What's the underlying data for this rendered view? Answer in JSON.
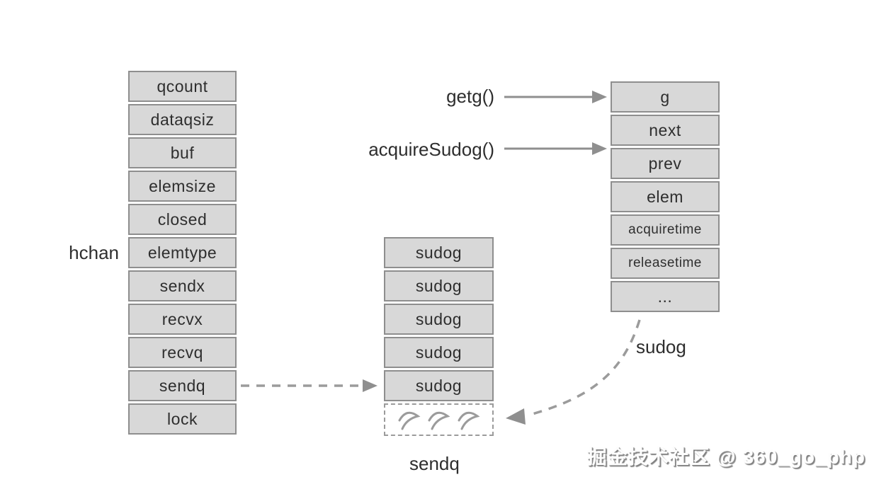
{
  "hchan": {
    "label": "hchan",
    "fields": [
      "qcount",
      "dataqsiz",
      "buf",
      "elemsize",
      "closed",
      "elemtype",
      "sendx",
      "recvx",
      "recvq",
      "sendq",
      "lock"
    ]
  },
  "sendq_queue": {
    "label": "sendq",
    "items": [
      "sudog",
      "sudog",
      "sudog",
      "sudog",
      "sudog"
    ],
    "overflow_marker": "continuation-squiggles"
  },
  "sudog_struct": {
    "label": "sudog",
    "fields": [
      "g",
      "next",
      "prev",
      "elem",
      "acquiretime",
      "releasetime",
      "..."
    ]
  },
  "functions": {
    "getg": "getg()",
    "acquire_sudog": "acquireSudog()"
  },
  "connectors": [
    {
      "name": "getg-arrow",
      "style": "solid",
      "from": "getg()",
      "to": "sudog_struct.g"
    },
    {
      "name": "acquire-sudog-arrow",
      "style": "solid",
      "from": "acquireSudog()",
      "to": "sudog_struct"
    },
    {
      "name": "sendq-dashed-arrow",
      "style": "dashed",
      "from": "hchan.sendq",
      "to": "sendq_queue"
    },
    {
      "name": "sudog-queue-dashed-arrow",
      "style": "dashed-curved",
      "from": "sudog_struct",
      "to": "sendq_queue.overflow"
    }
  ],
  "watermark": "掘金技术社区 @ 360_go_php",
  "colors": {
    "cell_fill": "#d8d8d8",
    "cell_border": "#8e8e8e",
    "text": "#2e2e2e",
    "solid_arrow": "#8f8f8f",
    "dashed_line": "#9b9b9b",
    "background": "#ffffff"
  }
}
